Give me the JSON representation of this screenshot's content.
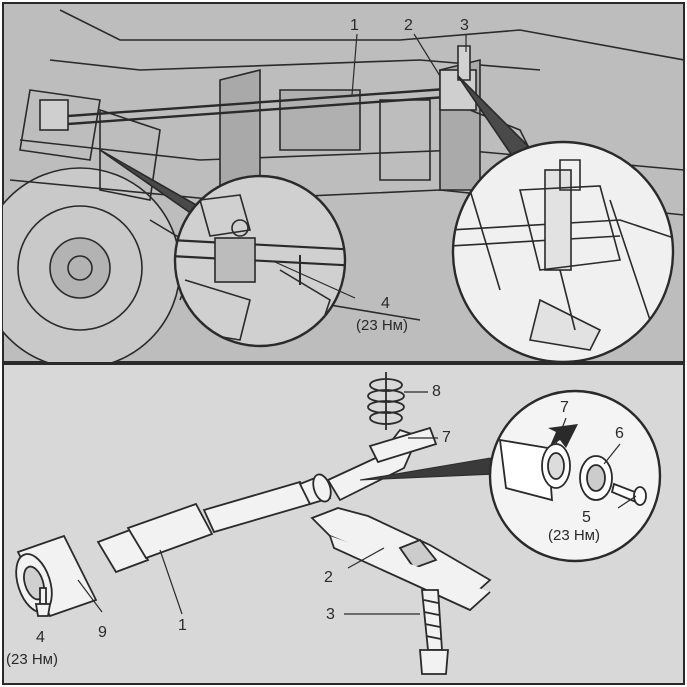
{
  "top_panel": {
    "callouts": {
      "c1": "1",
      "c2": "2",
      "c3": "3",
      "c4": "4",
      "c4_torque": "(23 Нм)"
    }
  },
  "bottom_panel": {
    "callouts": {
      "c8": "8",
      "c7_top": "7",
      "c7_detail": "7",
      "c6": "6",
      "c5": "5",
      "c5_torque": "(23 Нм)",
      "c2": "2",
      "c1": "1",
      "c3": "3",
      "c9": "9",
      "c4": "4",
      "c4_torque": "(23 Нм)"
    }
  },
  "colors": {
    "background": "#ffffff",
    "top_fill": "#bdbdbd",
    "bottom_fill": "#d8d8d8",
    "ink": "#2a2a2a"
  }
}
